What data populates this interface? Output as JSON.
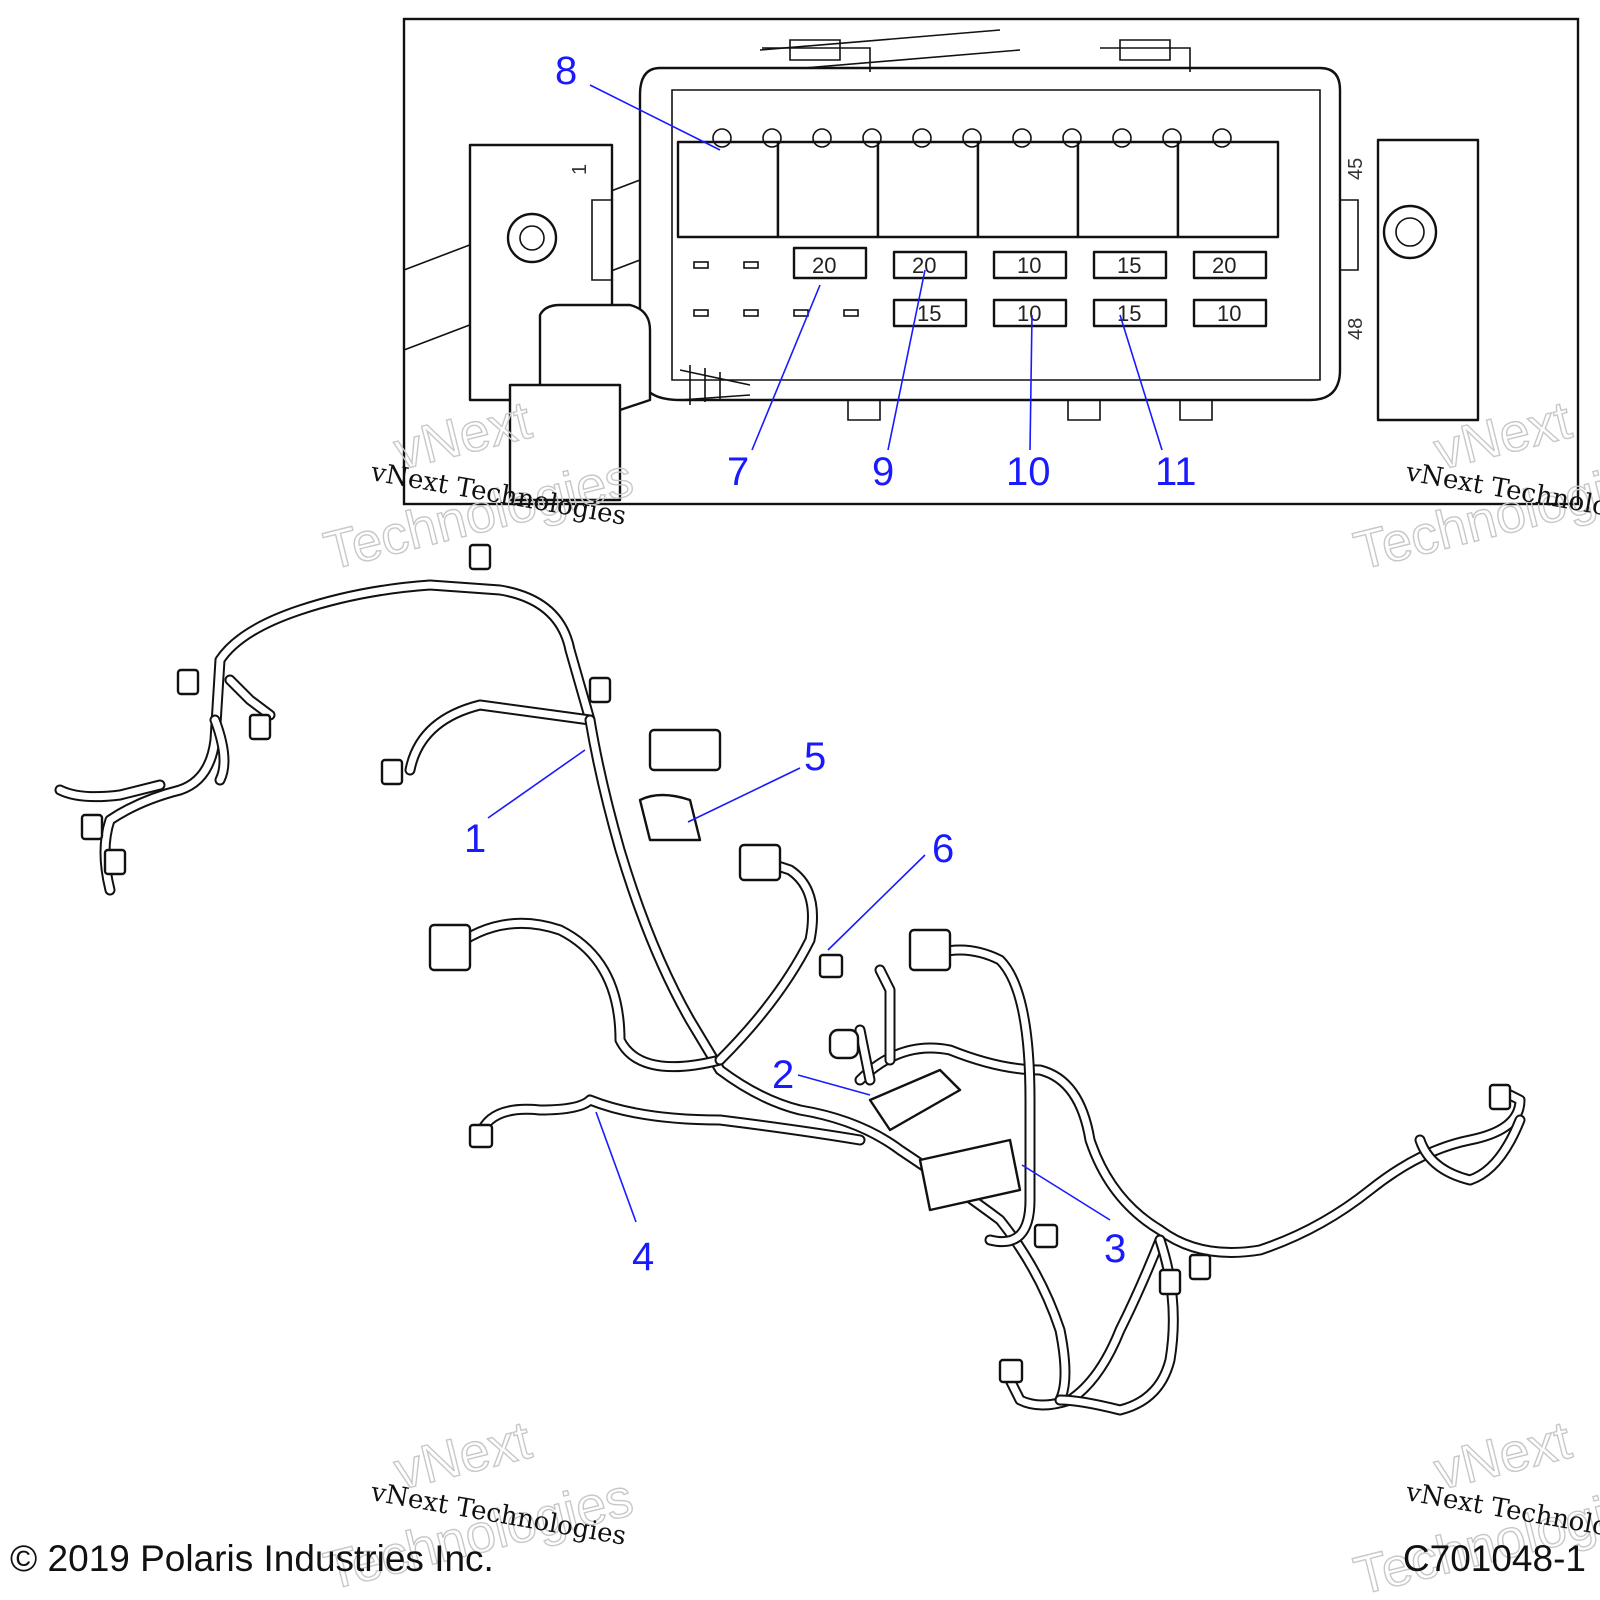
{
  "callouts": {
    "c1": "1",
    "c2": "2",
    "c3": "3",
    "c4": "4",
    "c5": "5",
    "c6": "6",
    "c7": "7",
    "c8": "8",
    "c9": "9",
    "c10": "10",
    "c11": "11"
  },
  "fuse_ratings": {
    "top_row": [
      "20",
      "20",
      "10",
      "15",
      "20"
    ],
    "bottom_row": [
      "15",
      "10",
      "15",
      "10"
    ]
  },
  "pin_labels": {
    "pin1": "1",
    "pin45": "45",
    "pin48": "48"
  },
  "watermark": {
    "line1": "vNext",
    "line2": "Technologies",
    "caption": "vNext Technologies"
  },
  "footer": {
    "copyright": "© 2019 Polaris Industries Inc.",
    "figure_id": "C701048-1"
  },
  "colors": {
    "callout": "#1a1aff",
    "lineart": "#111111"
  }
}
